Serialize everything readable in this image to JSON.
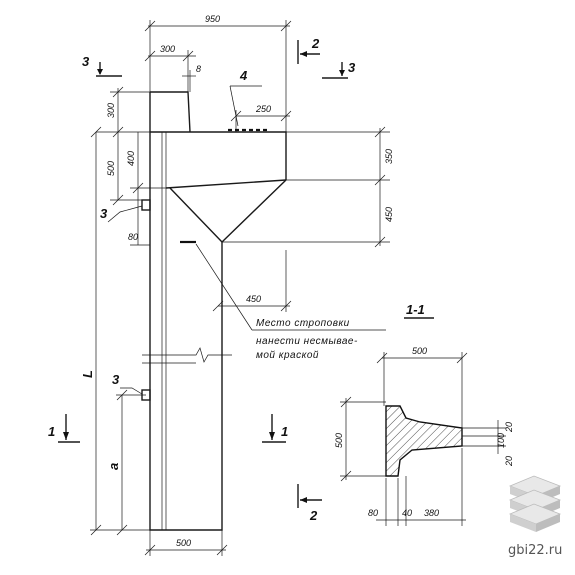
{
  "dimensions": {
    "total_width": "950",
    "top_300": "300",
    "top_8": "8",
    "left_300": "300",
    "left_500": "500",
    "left_400": "400",
    "left_80": "80",
    "right_250": "250",
    "right_350": "350",
    "right_450": "450",
    "mid_450": "450",
    "bottom_500": "500",
    "height_L": "L",
    "height_a": "a"
  },
  "labels": {
    "section_3_left": "3",
    "section_3_right": "3",
    "section_2_top": "2",
    "section_2_bottom": "2",
    "section_1_left": "1",
    "section_1_right": "1",
    "callout_4": "4",
    "callout_3_upper": "3",
    "callout_3_lower": "3"
  },
  "note": {
    "line1": "Место строповки",
    "line2": "нанести несмывае-",
    "line3": "мой краской"
  },
  "section_view": {
    "title": "1-1",
    "width_500": "500",
    "height_500": "500",
    "dim_20_top": "20",
    "dim_100": "100",
    "dim_20_bottom": "20",
    "dim_80": "80",
    "dim_40": "40",
    "dim_380": "380"
  },
  "watermark": {
    "text": "gbi22.ru"
  }
}
